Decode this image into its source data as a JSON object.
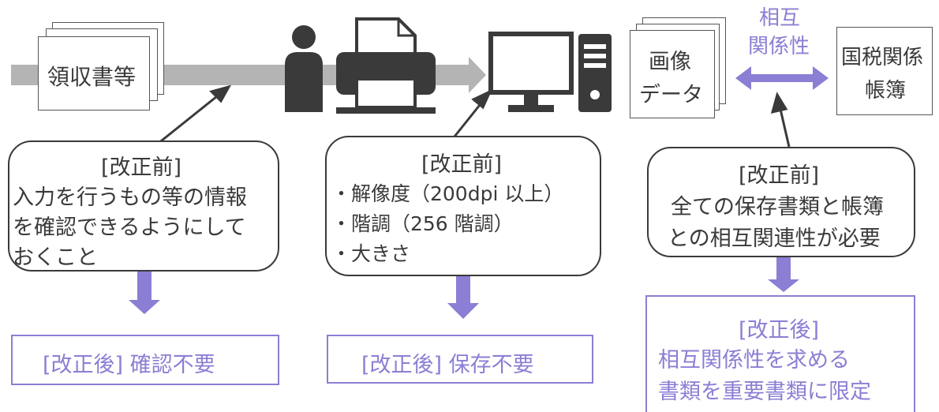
{
  "docs": {
    "receipts_label": "領収書等",
    "image_data_line1": "画像",
    "image_data_line2": "データ",
    "ledger_line1": "国税関係",
    "ledger_line2": "帳簿"
  },
  "mutual": {
    "line1": "相互",
    "line2": "関係性"
  },
  "box_input": {
    "heading": "[改正前]",
    "lines": [
      "入力を行うもの等の情報",
      "を確認できるようにして",
      "おくこと"
    ]
  },
  "box_scan": {
    "heading": "[改正前]",
    "lines": [
      "・解像度（200dpi 以上）",
      "・階調（256 階調）",
      "・大きさ"
    ]
  },
  "box_link": {
    "heading": "[改正前]",
    "lines": [
      "全ての保存書類と帳簿",
      "との相互関連性が必要"
    ]
  },
  "after_input": "[改正後]  確認不要",
  "after_scan": "[改正後]  保存不要",
  "after_link": {
    "heading": "[改正後]",
    "lines": [
      "相互関係性を求める",
      "書類を重要書類に限定"
    ]
  },
  "colors": {
    "accent": "#8a7fd4",
    "pipe": "#b4b4b4",
    "ink": "#3a3a3a"
  }
}
